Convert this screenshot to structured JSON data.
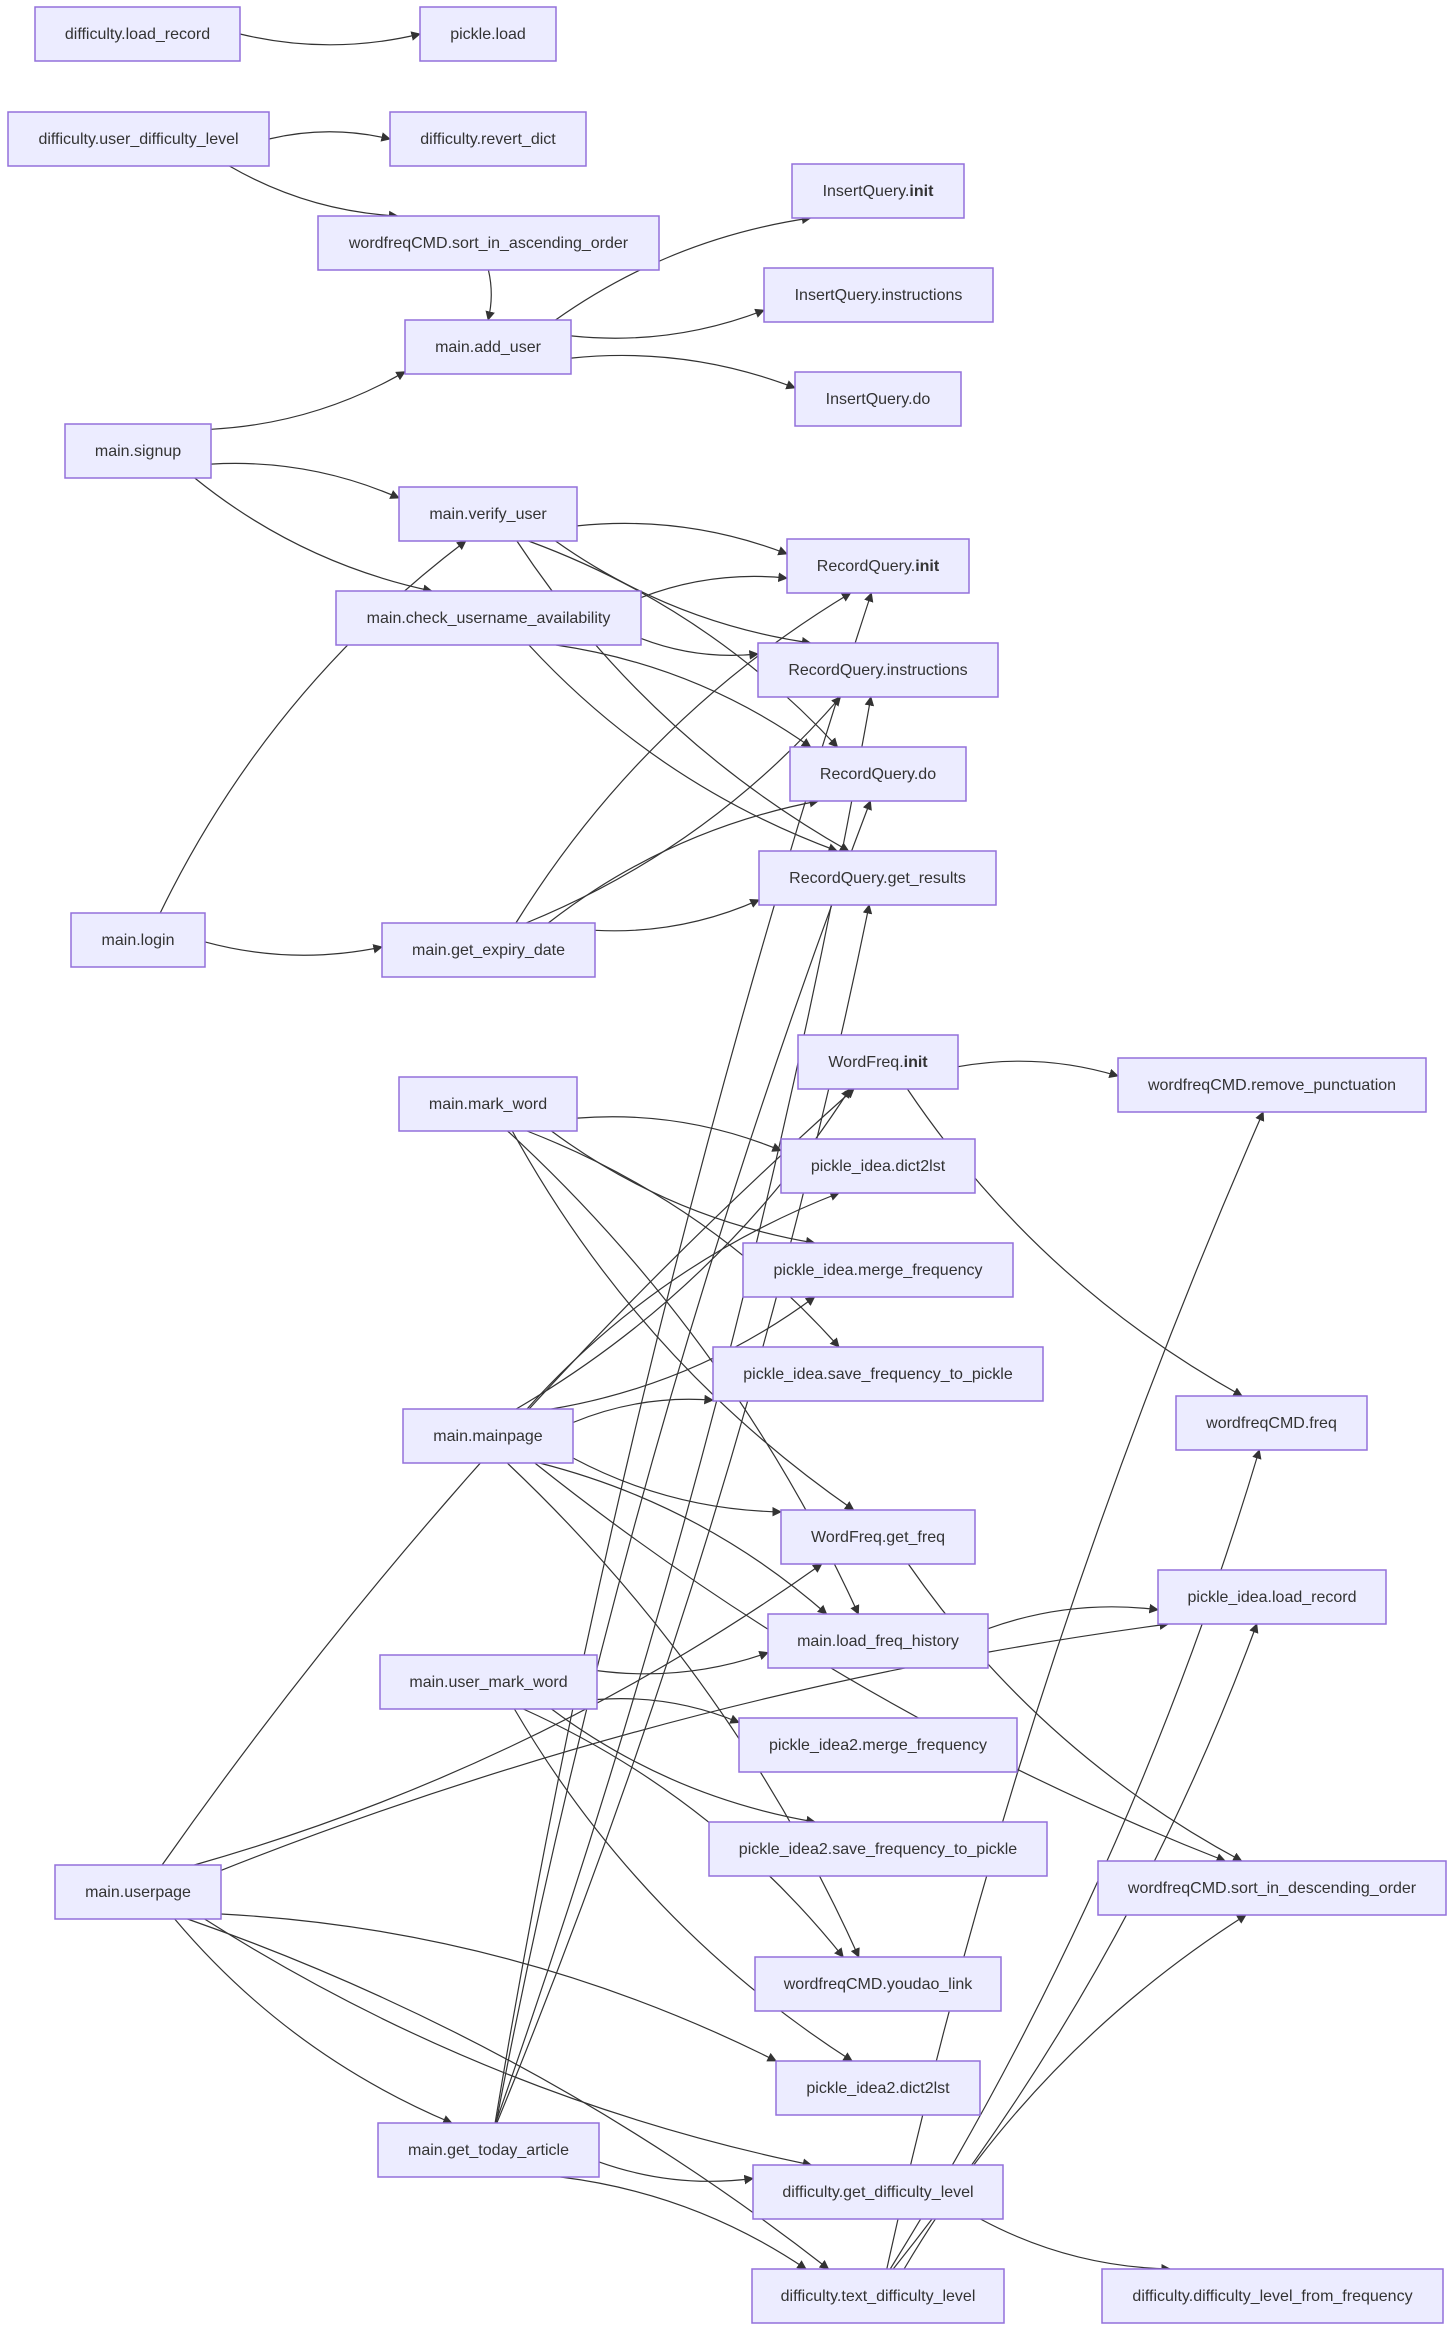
{
  "diagram": {
    "type": "call-graph",
    "colors": {
      "node_fill": "#ececff",
      "node_border": "#9370db",
      "edge": "#333333",
      "text": "#333333"
    },
    "nodes": [
      {
        "id": "difficulty_load_record",
        "label": "difficulty.load_record"
      },
      {
        "id": "pickle_load",
        "label": "pickle.load"
      },
      {
        "id": "difficulty_user_difficulty_level",
        "label": "difficulty.user_difficulty_level"
      },
      {
        "id": "difficulty_revert_dict",
        "label": "difficulty.revert_dict"
      },
      {
        "id": "wordfreqCMD_sort_in_ascending_order",
        "label": "wordfreqCMD.sort_in_ascending_order"
      },
      {
        "id": "InsertQuery_init",
        "label": "InsertQuery.",
        "bold": "init"
      },
      {
        "id": "InsertQuery_instructions",
        "label": "InsertQuery.instructions"
      },
      {
        "id": "main_add_user",
        "label": "main.add_user"
      },
      {
        "id": "InsertQuery_do",
        "label": "InsertQuery.do"
      },
      {
        "id": "main_signup",
        "label": "main.signup"
      },
      {
        "id": "main_verify_user",
        "label": "main.verify_user"
      },
      {
        "id": "RecordQuery_init",
        "label": "RecordQuery.",
        "bold": "init"
      },
      {
        "id": "main_check_username_availability",
        "label": "main.check_username_availability"
      },
      {
        "id": "RecordQuery_instructions",
        "label": "RecordQuery.instructions"
      },
      {
        "id": "RecordQuery_do",
        "label": "RecordQuery.do"
      },
      {
        "id": "RecordQuery_get_results",
        "label": "RecordQuery.get_results"
      },
      {
        "id": "main_login",
        "label": "main.login"
      },
      {
        "id": "main_get_expiry_date",
        "label": "main.get_expiry_date"
      },
      {
        "id": "WordFreq_init",
        "label": "WordFreq.",
        "bold": "init"
      },
      {
        "id": "wordfreqCMD_remove_punctuation",
        "label": "wordfreqCMD.remove_punctuation"
      },
      {
        "id": "main_mark_word",
        "label": "main.mark_word"
      },
      {
        "id": "pickle_idea_dict2lst",
        "label": "pickle_idea.dict2lst"
      },
      {
        "id": "pickle_idea_merge_frequency",
        "label": "pickle_idea.merge_frequency"
      },
      {
        "id": "pickle_idea_save_frequency_to_pickle",
        "label": "pickle_idea.save_frequency_to_pickle"
      },
      {
        "id": "wordfreqCMD_freq",
        "label": "wordfreqCMD.freq"
      },
      {
        "id": "main_mainpage",
        "label": "main.mainpage"
      },
      {
        "id": "WordFreq_get_freq",
        "label": "WordFreq.get_freq"
      },
      {
        "id": "pickle_idea_load_record",
        "label": "pickle_idea.load_record"
      },
      {
        "id": "main_load_freq_history",
        "label": "main.load_freq_history"
      },
      {
        "id": "main_user_mark_word",
        "label": "main.user_mark_word"
      },
      {
        "id": "pickle_idea2_merge_frequency",
        "label": "pickle_idea2.merge_frequency"
      },
      {
        "id": "main_userpage",
        "label": "main.userpage"
      },
      {
        "id": "pickle_idea2_save_frequency_to_pickle",
        "label": "pickle_idea2.save_frequency_to_pickle"
      },
      {
        "id": "wordfreqCMD_sort_in_descending_order",
        "label": "wordfreqCMD.sort_in_descending_order"
      },
      {
        "id": "wordfreqCMD_youdao_link",
        "label": "wordfreqCMD.youdao_link"
      },
      {
        "id": "pickle_idea2_dict2lst",
        "label": "pickle_idea2.dict2lst"
      },
      {
        "id": "main_get_today_article",
        "label": "main.get_today_article"
      },
      {
        "id": "difficulty_get_difficulty_level",
        "label": "difficulty.get_difficulty_level"
      },
      {
        "id": "difficulty_text_difficulty_level",
        "label": "difficulty.text_difficulty_level"
      },
      {
        "id": "difficulty_difficulty_level_from_frequency",
        "label": "difficulty.difficulty_level_from_frequency"
      }
    ],
    "edges": [
      [
        "difficulty_load_record",
        "pickle_load"
      ],
      [
        "difficulty_user_difficulty_level",
        "difficulty_revert_dict"
      ],
      [
        "difficulty_user_difficulty_level",
        "wordfreqCMD_sort_in_ascending_order"
      ],
      [
        "main_add_user",
        "InsertQuery_init"
      ],
      [
        "main_add_user",
        "InsertQuery_instructions"
      ],
      [
        "main_add_user",
        "InsertQuery_do"
      ],
      [
        "main_signup",
        "main_add_user"
      ],
      [
        "main_signup",
        "main_verify_user"
      ],
      [
        "main_signup",
        "main_check_username_availability"
      ],
      [
        "main_verify_user",
        "RecordQuery_init"
      ],
      [
        "main_verify_user",
        "RecordQuery_instructions"
      ],
      [
        "main_verify_user",
        "RecordQuery_do"
      ],
      [
        "main_verify_user",
        "RecordQuery_get_results"
      ],
      [
        "main_check_username_availability",
        "RecordQuery_init"
      ],
      [
        "main_check_username_availability",
        "RecordQuery_instructions"
      ],
      [
        "main_check_username_availability",
        "RecordQuery_do"
      ],
      [
        "main_check_username_availability",
        "RecordQuery_get_results"
      ],
      [
        "main_login",
        "main_verify_user"
      ],
      [
        "main_login",
        "main_get_expiry_date"
      ],
      [
        "main_get_expiry_date",
        "RecordQuery_init"
      ],
      [
        "main_get_expiry_date",
        "RecordQuery_instructions"
      ],
      [
        "main_get_expiry_date",
        "RecordQuery_do"
      ],
      [
        "main_get_expiry_date",
        "RecordQuery_get_results"
      ],
      [
        "main_get_today_article",
        "RecordQuery_init"
      ],
      [
        "main_get_today_article",
        "RecordQuery_instructions"
      ],
      [
        "main_get_today_article",
        "RecordQuery_do"
      ],
      [
        "main_get_today_article",
        "RecordQuery_get_results"
      ],
      [
        "WordFreq_init",
        "wordfreqCMD_remove_punctuation"
      ],
      [
        "WordFreq_init",
        "wordfreqCMD_freq"
      ],
      [
        "main_mark_word",
        "pickle_idea_dict2lst"
      ],
      [
        "main_mark_word",
        "pickle_idea_merge_frequency"
      ],
      [
        "main_mark_word",
        "pickle_idea_save_frequency_to_pickle"
      ],
      [
        "main_mark_word",
        "WordFreq_get_freq"
      ],
      [
        "main_mark_word",
        "main_load_freq_history"
      ],
      [
        "main_mainpage",
        "WordFreq_init"
      ],
      [
        "main_mainpage",
        "pickle_idea_dict2lst"
      ],
      [
        "main_mainpage",
        "pickle_idea_merge_frequency"
      ],
      [
        "main_mainpage",
        "pickle_idea_save_frequency_to_pickle"
      ],
      [
        "main_mainpage",
        "WordFreq_get_freq"
      ],
      [
        "main_mainpage",
        "main_load_freq_history"
      ],
      [
        "main_mainpage",
        "wordfreqCMD_sort_in_descending_order"
      ],
      [
        "main_mainpage",
        "wordfreqCMD_youdao_link"
      ],
      [
        "WordFreq_get_freq",
        "wordfreqCMD_sort_in_descending_order"
      ],
      [
        "main_load_freq_history",
        "pickle_idea_load_record"
      ],
      [
        "main_user_mark_word",
        "main_load_freq_history"
      ],
      [
        "main_user_mark_word",
        "pickle_idea2_merge_frequency"
      ],
      [
        "main_user_mark_word",
        "pickle_idea2_save_frequency_to_pickle"
      ],
      [
        "main_user_mark_word",
        "wordfreqCMD_youdao_link"
      ],
      [
        "main_user_mark_word",
        "pickle_idea2_dict2lst"
      ],
      [
        "main_userpage",
        "WordFreq_init"
      ],
      [
        "main_userpage",
        "WordFreq_get_freq"
      ],
      [
        "main_userpage",
        "pickle_idea_load_record"
      ],
      [
        "main_userpage",
        "main_get_today_article"
      ],
      [
        "main_userpage",
        "pickle_idea2_dict2lst"
      ],
      [
        "main_userpage",
        "difficulty_get_difficulty_level"
      ],
      [
        "main_userpage",
        "difficulty_text_difficulty_level"
      ],
      [
        "main_get_today_article",
        "difficulty_get_difficulty_level"
      ],
      [
        "main_get_today_article",
        "difficulty_text_difficulty_level"
      ],
      [
        "difficulty_get_difficulty_level",
        "difficulty_difficulty_level_from_frequency"
      ],
      [
        "difficulty_text_difficulty_level",
        "wordfreqCMD_remove_punctuation"
      ],
      [
        "difficulty_text_difficulty_level",
        "wordfreqCMD_freq"
      ],
      [
        "difficulty_text_difficulty_level",
        "wordfreqCMD_sort_in_descending_order"
      ],
      [
        "difficulty_text_difficulty_level",
        "pickle_idea_load_record"
      ],
      [
        "wordfreqCMD_sort_in_ascending_order",
        "main_add_user"
      ]
    ]
  }
}
